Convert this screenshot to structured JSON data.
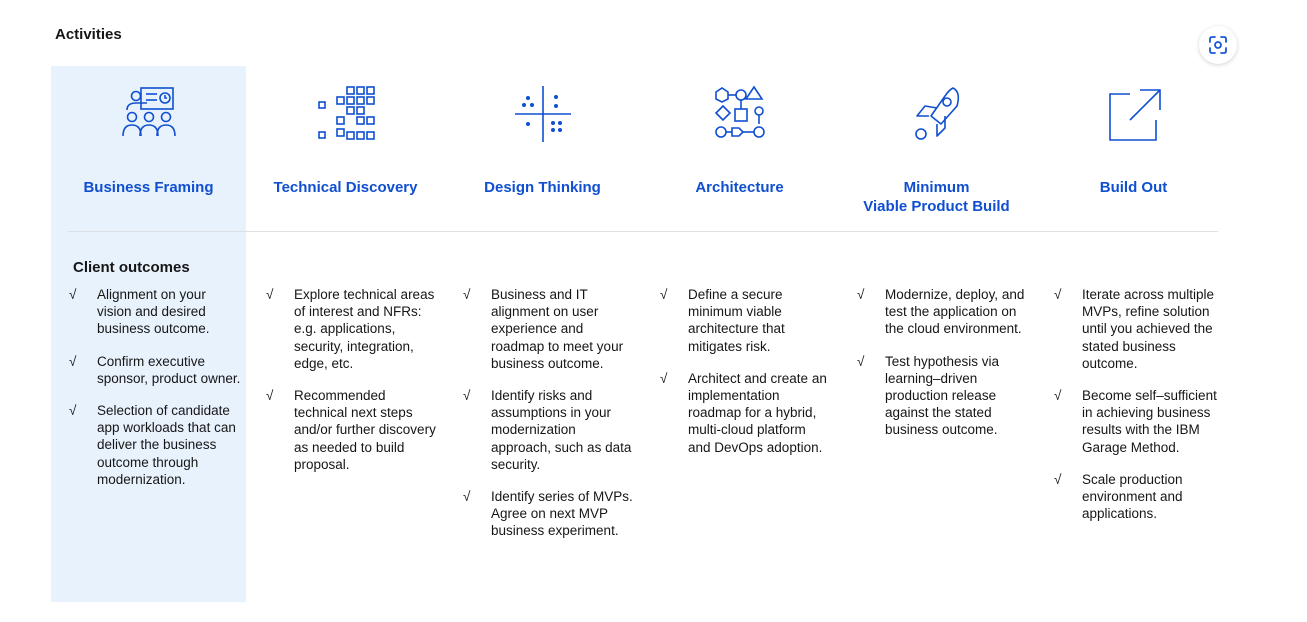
{
  "title": "Activities",
  "accent_color": "#0f4fd0",
  "highlight_color": "#e8f2fd",
  "outcomes_heading": "Client outcomes",
  "check_mark": "√",
  "columns": [
    {
      "title": "Business Framing",
      "icon": "presentation-group-icon",
      "items": [
        "Alignment on your vision and desired business outcome.",
        "Confirm executive sponsor, product owner.",
        "Selection of candidate app workloads that can deliver the business outcome through modernization."
      ]
    },
    {
      "title": "Technical Discovery",
      "icon": "pixel-grid-icon",
      "items": [
        "Explore technical areas of interest and NFRs: e.g. applications, security, integration, edge, etc.",
        "Recommended technical next steps and/or further discovery as needed to build proposal."
      ]
    },
    {
      "title": "Design Thinking",
      "icon": "quadrant-dots-icon",
      "items": [
        "Business and IT alignment on user experience and roadmap to meet your business outcome.",
        "Identify risks and assumptions in your modernization approach, such as data security.",
        "Identify series of MVPs. Agree on next MVP business experiment."
      ]
    },
    {
      "title": "Architecture",
      "icon": "shapes-flow-icon",
      "items": [
        "Define a secure minimum viable architecture that mitigates risk.",
        "Architect and create an implementation roadmap for a hybrid, multi-cloud platform and DevOps adoption."
      ]
    },
    {
      "title": "Minimum\nViable  Product Build",
      "icon": "rocket-icon",
      "items": [
        "Modernize, deploy, and test the application on the cloud environment.",
        "Test hypothesis via learning–driven production release against the stated business outcome."
      ]
    },
    {
      "title": "Build Out",
      "icon": "launch-arrow-icon",
      "items": [
        "Iterate across multiple MVPs, refine solution until you achieved the stated business outcome.",
        "Become self–sufficient in achieving business results with the IBM Garage Method.",
        "Scale production environment and applications."
      ]
    }
  ]
}
